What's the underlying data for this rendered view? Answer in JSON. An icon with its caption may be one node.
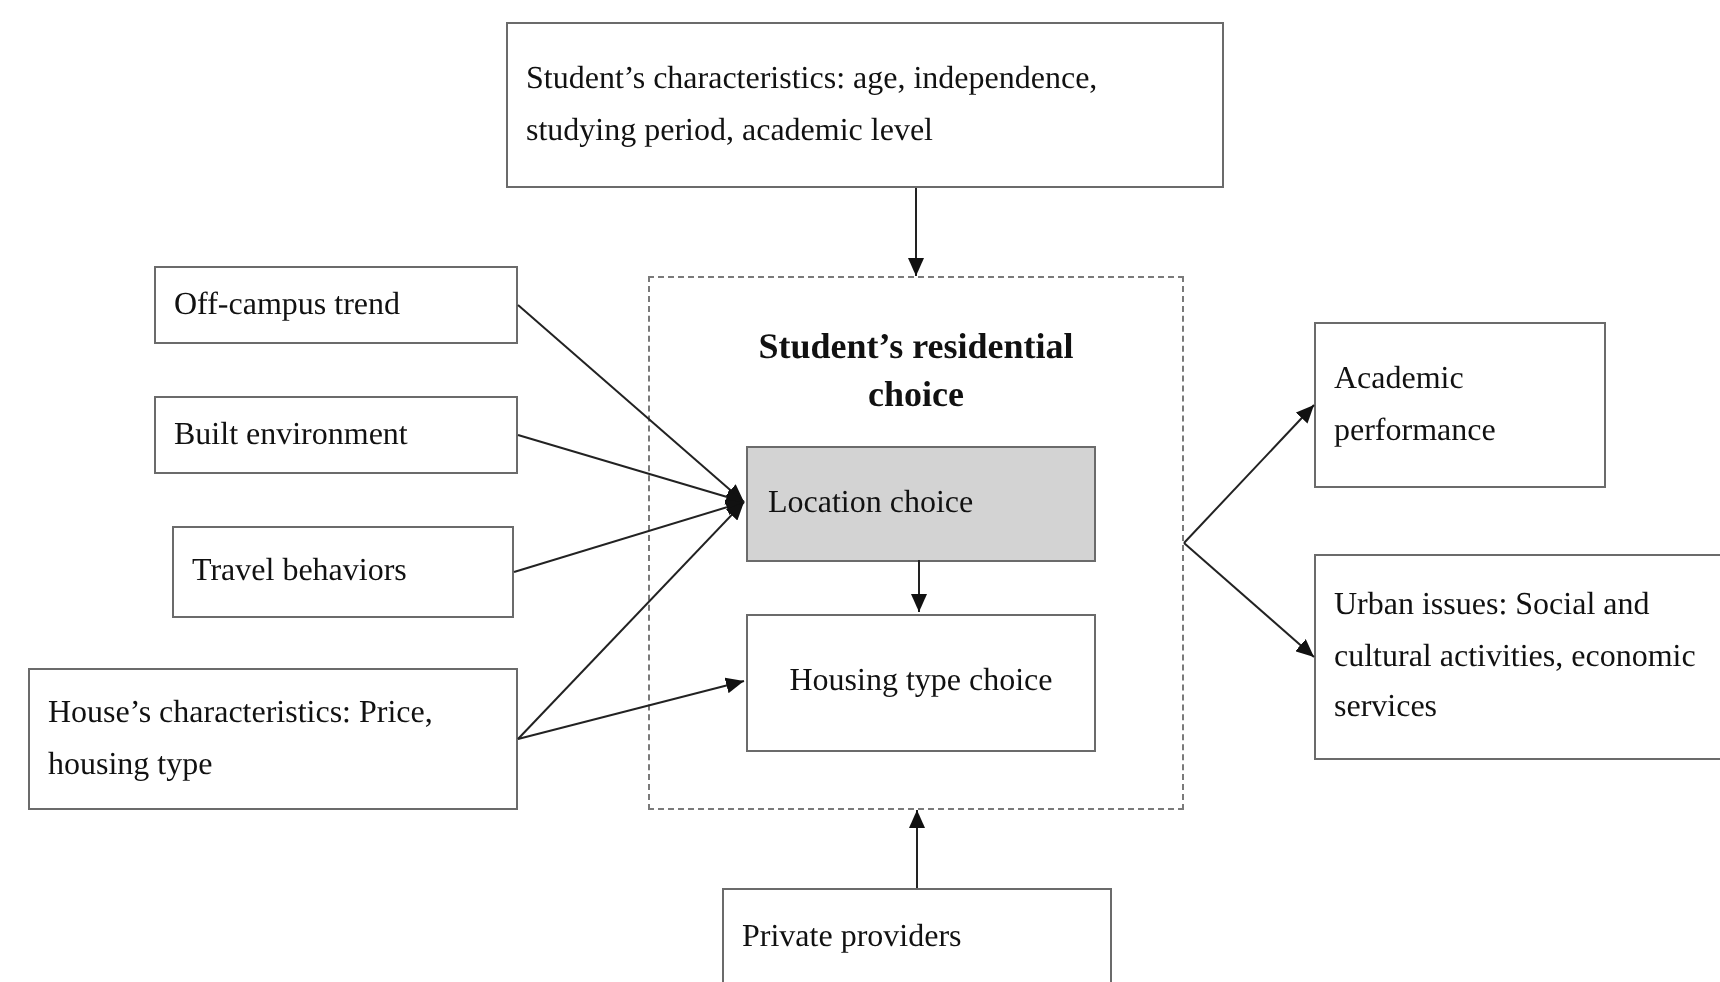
{
  "diagram": {
    "nodes": [
      {
        "text": [
          "Student’s characteristics: age, independence, studying period, academic level"
        ]
      },
      {
        "text": [
          "Student’s residential choice"
        ]
      },
      {
        "text": [
          "Location choice"
        ],
        "in": 1
      },
      {
        "text": [
          "Housing type choice"
        ],
        "in": 1
      },
      {
        "text": [
          "Off-campus trend"
        ]
      },
      {
        "text": [
          "Built environment"
        ]
      },
      {
        "text": [
          "Travel behaviors"
        ]
      },
      {
        "text": [
          "House’s characteristics: Price, housing type"
        ]
      },
      {
        "text": [
          "Private providers"
        ]
      },
      {
        "text": [
          "Academic performance"
        ]
      },
      {
        "text": [
          "Urban issues: Social and cultural activities, economic services"
        ]
      }
    ],
    "edges": [
      {
        "from": 0,
        "to": 1,
        "arrow": "to"
      },
      {
        "from": 4,
        "to": 2,
        "arrow": "to"
      },
      {
        "from": 5,
        "to": 2,
        "arrow": "to"
      },
      {
        "from": 6,
        "to": 2,
        "arrow": "to"
      },
      {
        "from": 7,
        "to": 2,
        "arrow": "to"
      },
      {
        "from": 7,
        "to": 3,
        "arrow": "to"
      },
      {
        "from": 2,
        "to": 3,
        "arrow": "to"
      },
      {
        "from": 8,
        "to": 1,
        "arrow": "to"
      },
      {
        "from": 1,
        "to": 9,
        "arrow": "to"
      },
      {
        "from": 1,
        "to": 10,
        "arrow": "to"
      }
    ]
  }
}
